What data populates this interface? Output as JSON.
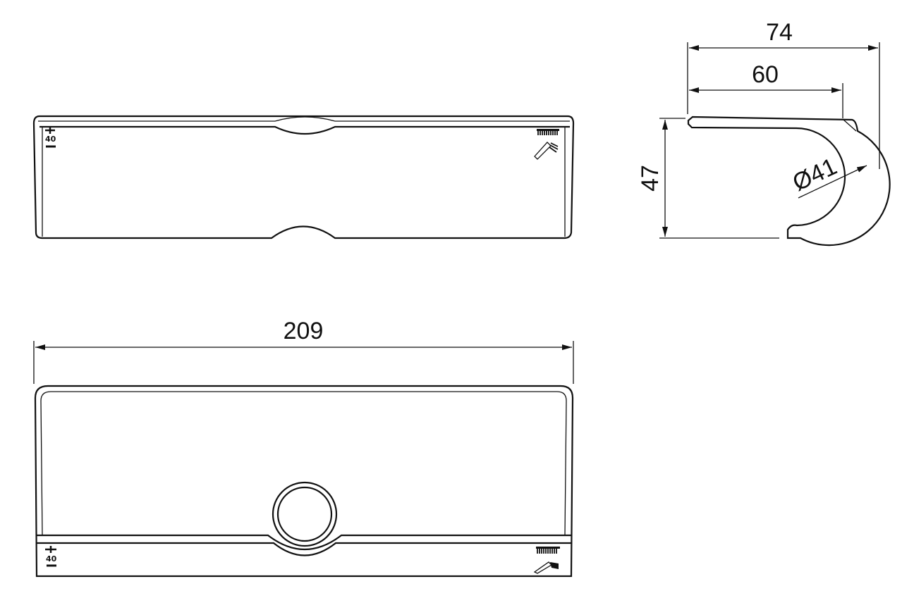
{
  "drawing": {
    "dimensions": {
      "overall_depth": "74",
      "plate_depth": "60",
      "height": "47",
      "rail_diameter": "Ø41",
      "width": "209"
    },
    "markings": {
      "temperature": "40",
      "plus": "+",
      "minus": "−"
    },
    "line_color": "#111111"
  }
}
